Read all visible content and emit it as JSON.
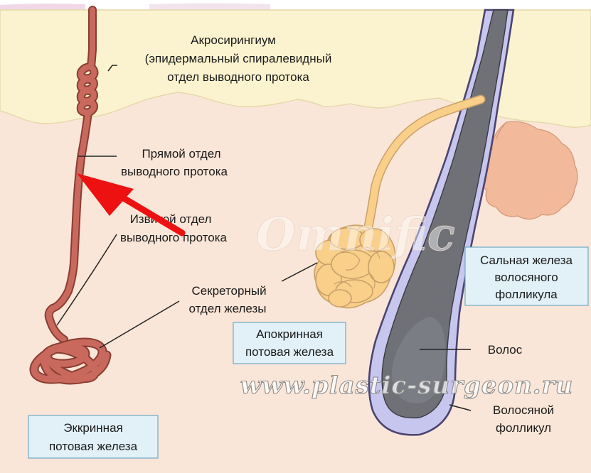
{
  "labels": {
    "acrosyringium_1": "Акросирингиум",
    "acrosyringium_2": "(эпидермальный спиралевидный",
    "acrosyringium_3": "отдел выводного протока",
    "straight_1": "Прямой отдел",
    "straight_2": "выводного протока",
    "coiled_1": "Извитой отдел",
    "coiled_2": "выводного протока",
    "secretory_1": "Секреторный",
    "secretory_2": "отдел железы",
    "apocrine_1": "Апокринная",
    "apocrine_2": "потовая железа",
    "sebaceous_1": "Сальная железа",
    "sebaceous_2": "волосяного",
    "sebaceous_3": "фолликула",
    "hair": "Волос",
    "follicle_1": "Волосяной",
    "follicle_2": "фолликул",
    "eccrine_1": "Эккринная",
    "eccrine_2": "потовая железа"
  },
  "watermarks": {
    "url": "www.plastic-surgeon.ru",
    "center": "Omnific"
  },
  "colors": {
    "epidermis": "#fbf3cf",
    "dermis": "#fae6d8",
    "eccrine_duct": "#c9695e",
    "apocrine_gland": "#f9cf8a",
    "sebaceous_gland": "#f2b99a",
    "hair_shaft": "#6f7177",
    "follicle": "#c7c6ee",
    "label_box": "#e2f1f8",
    "arrow": "#ee1111"
  }
}
